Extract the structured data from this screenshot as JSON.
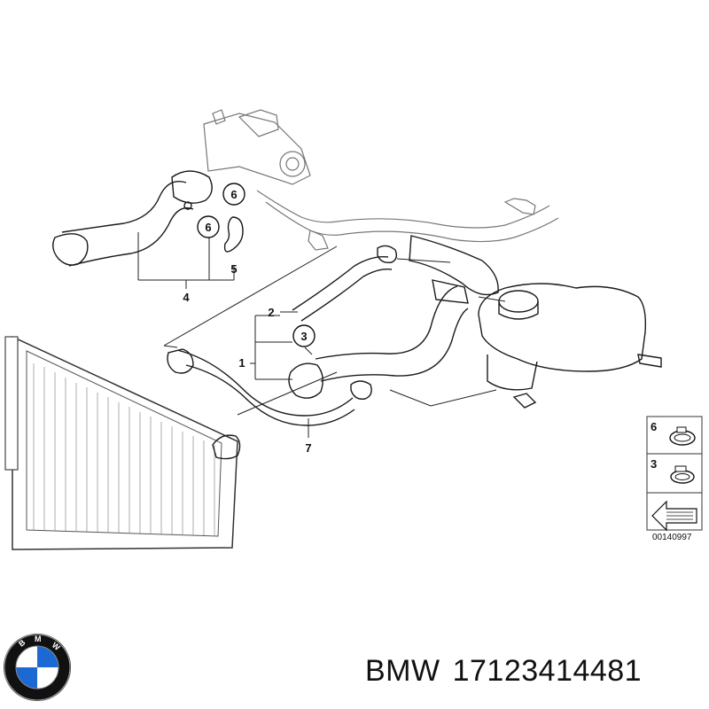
{
  "callouts": {
    "c1": "1",
    "c2": "2",
    "c3": "3",
    "c4": "4",
    "c5": "5",
    "c6a": "6",
    "c6b": "6",
    "c7": "7"
  },
  "legend": {
    "item6": "6",
    "item3": "3"
  },
  "diagram_code": "00140997",
  "caption": {
    "brand": "BMW",
    "part_number": "17123414481"
  },
  "logo_letters": "BMW",
  "colors": {
    "line": "#1a1a1a",
    "logo_blue": "#1c69d4",
    "background": "#ffffff"
  }
}
